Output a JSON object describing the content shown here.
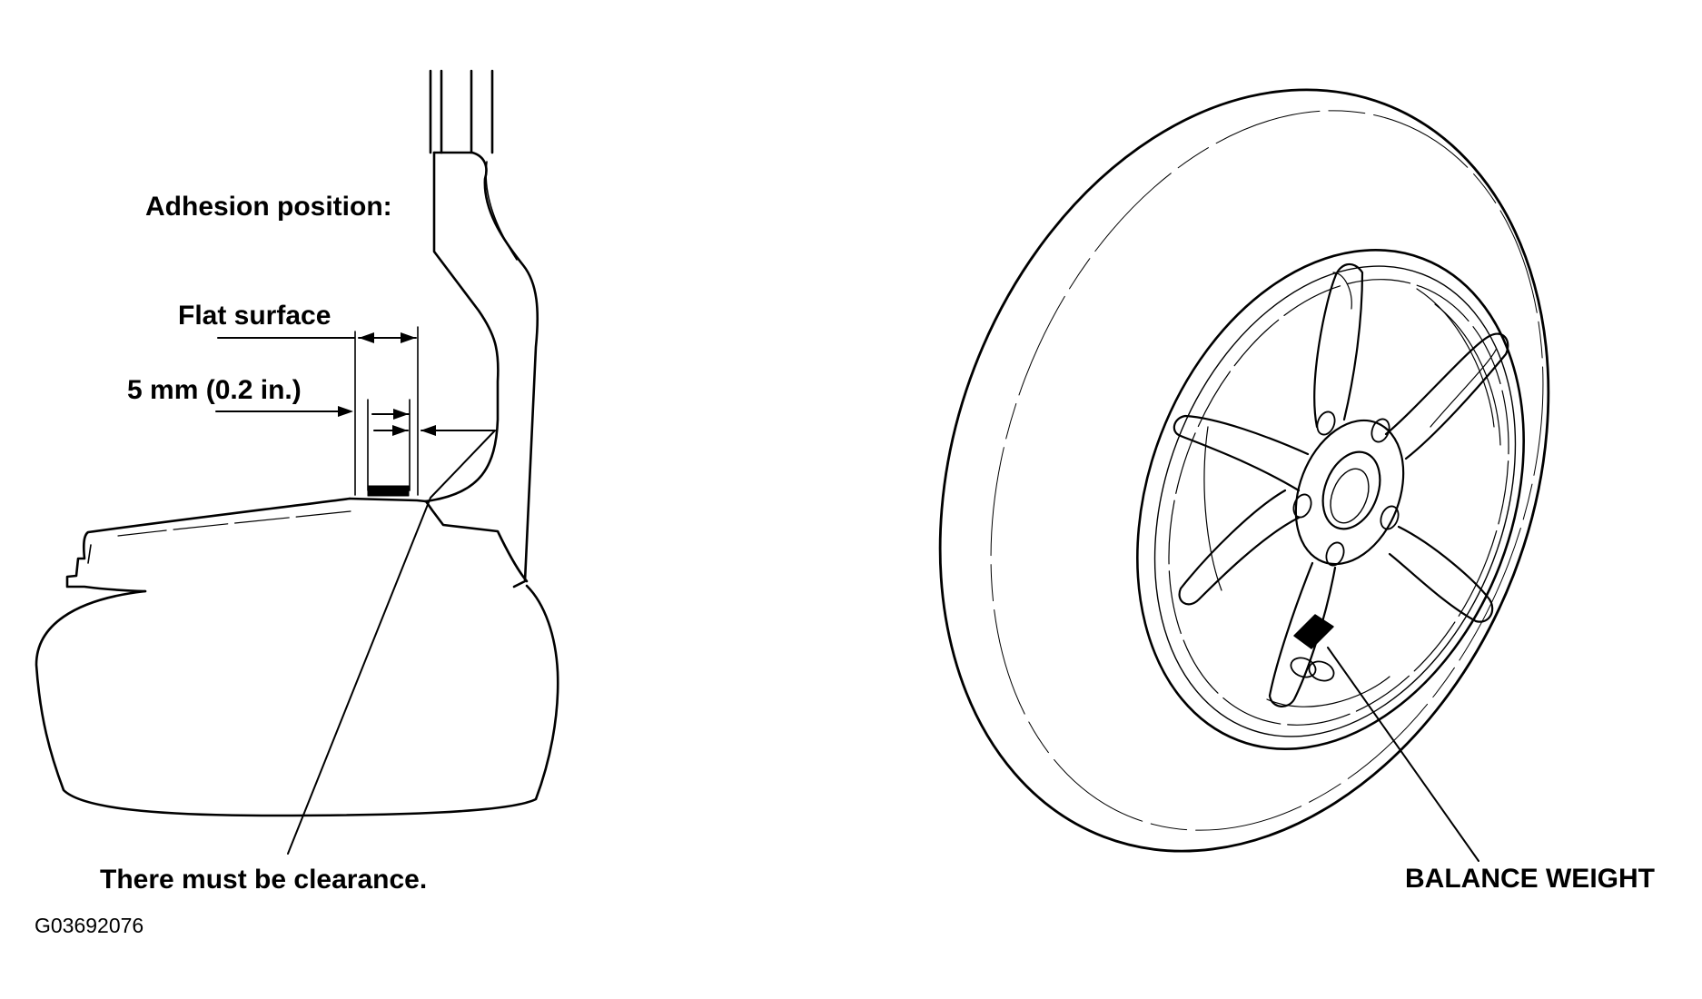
{
  "labels": {
    "adhesion_position": "Adhesion position:",
    "flat_surface": "Flat surface",
    "five_mm": "5 mm (0.2 in.)",
    "clearance": "There must be clearance.",
    "balance_weight": "BALANCE WEIGHT",
    "figure_code": "G03692076"
  },
  "colors": {
    "line": "#000000",
    "background": "#ffffff",
    "weight": "#000000"
  }
}
